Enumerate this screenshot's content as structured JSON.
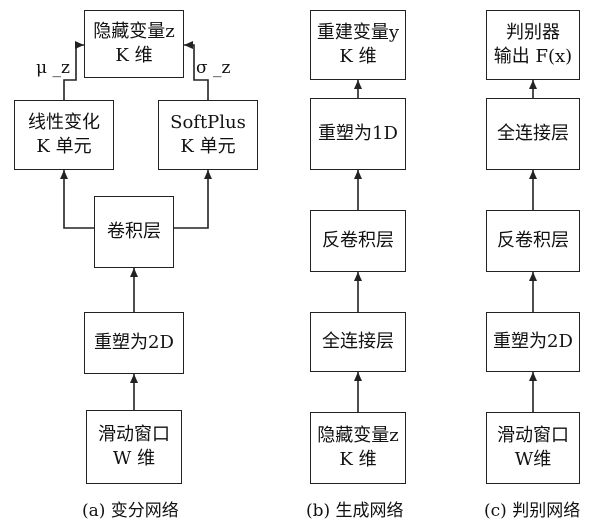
{
  "variational": {
    "hidden_z": [
      "隐藏变量z",
      "K 维"
    ],
    "linear": [
      "线性变化",
      "K 单元"
    ],
    "softplus": [
      "SoftPlus",
      "K 单元"
    ],
    "conv": [
      "卷积层"
    ],
    "reshape": [
      "重塑为2D"
    ],
    "window": [
      "滑动窗口",
      "W 维"
    ],
    "mu_label": "μ _z",
    "sigma_label": "σ _z",
    "caption": "(a) 变分网络"
  },
  "generative": {
    "output": [
      "重建变量y",
      "K 维"
    ],
    "reshape": [
      "重塑为1D"
    ],
    "deconv": [
      "反卷积层"
    ],
    "fc": [
      "全连接层"
    ],
    "hidden_z": [
      "隐藏变量z",
      "K 维"
    ],
    "caption": "(b) 生成网络"
  },
  "discriminator": {
    "output": [
      "判别器",
      "输出 F(x)"
    ],
    "fc": [
      "全连接层"
    ],
    "deconv": [
      "反卷积层"
    ],
    "reshape": [
      "重塑为2D"
    ],
    "window": [
      "滑动窗口",
      "W维"
    ],
    "caption": "(c) 判别网络"
  }
}
